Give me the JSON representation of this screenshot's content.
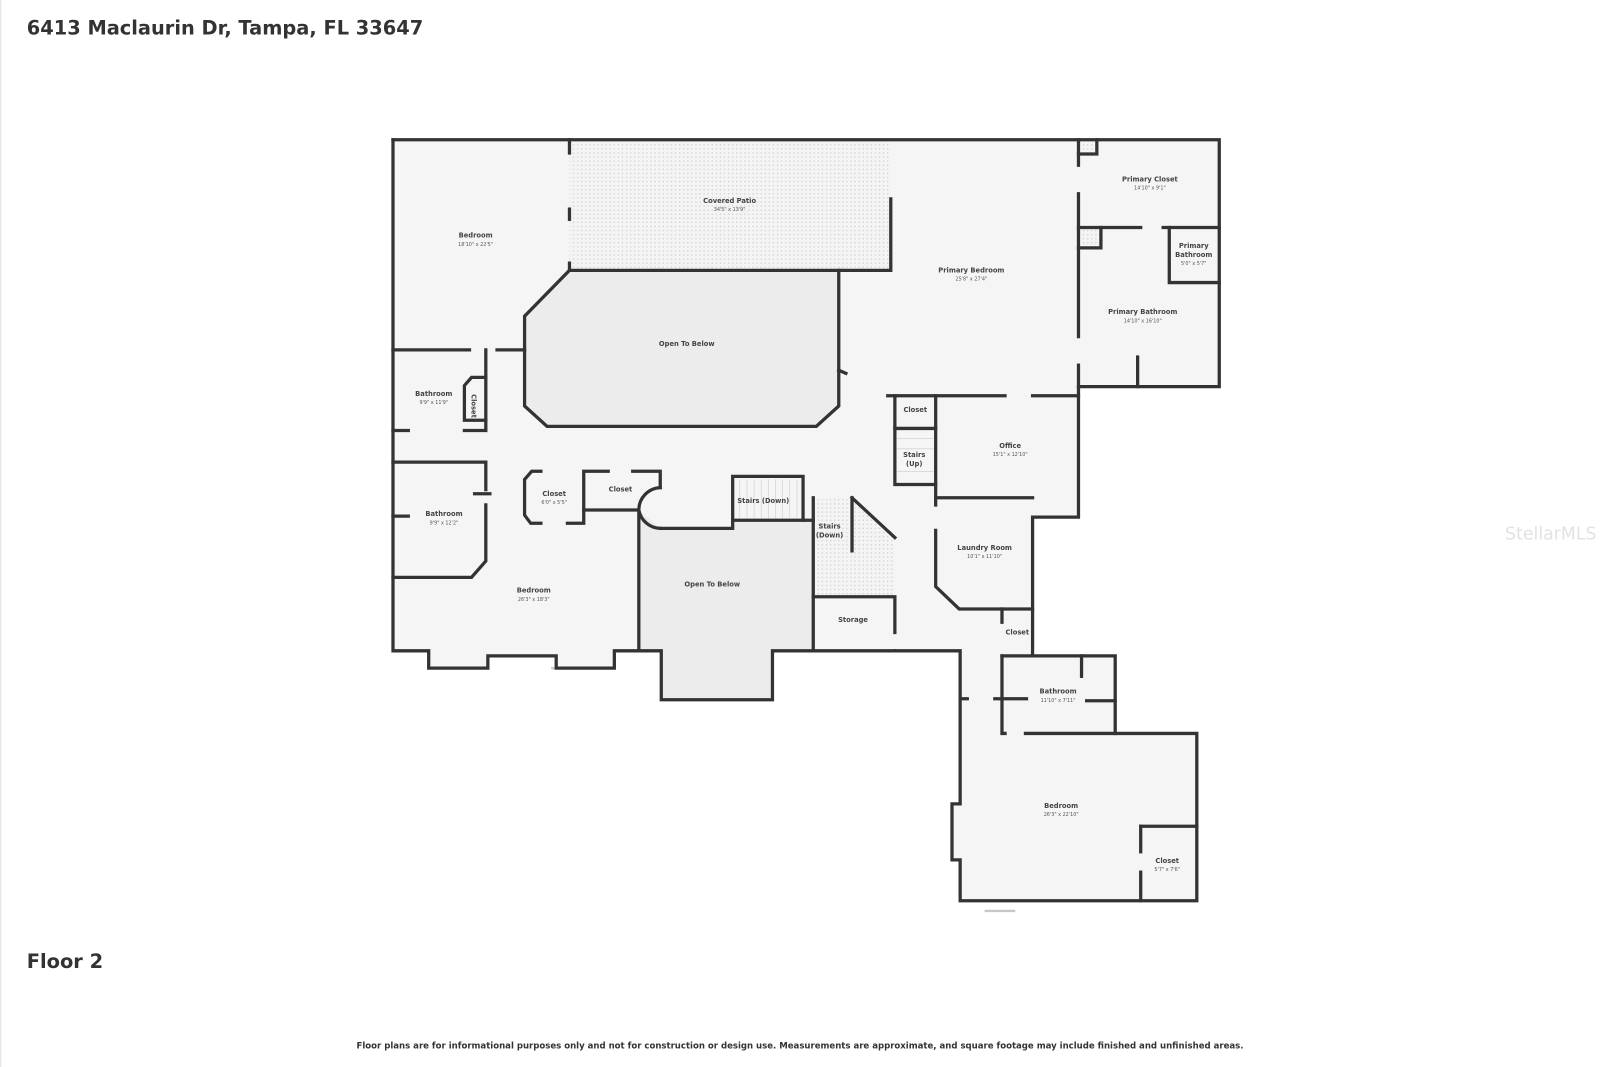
{
  "header": {
    "address": "6413 Maclaurin Dr, Tampa, FL 33647"
  },
  "floor_label": "Floor 2",
  "watermark": "StellarMLS",
  "disclaimer": "Floor plans are for informational purposes only and not for construction or design use. Measurements are approximate, and square footage may include finished and unfinished areas.",
  "colors": {
    "wall": "#333333",
    "floor": "#f5f5f5",
    "open_to_below": "#ececec",
    "window": "#c8c8c8"
  },
  "rooms": [
    {
      "name": "Bedroom",
      "dims": "18'10\" x 22'5\""
    },
    {
      "name": "Covered Patio",
      "dims": "34'5\" x 13'9\""
    },
    {
      "name": "Open To Below",
      "dims": ""
    },
    {
      "name": "Primary Bedroom",
      "dims": "25'8\" x 27'4\""
    },
    {
      "name": "Primary Closet",
      "dims": "14'10\" x 9'1\""
    },
    {
      "name": "Primary Bathroom",
      "dims": "5'0\" x 5'7\""
    },
    {
      "name": "Primary Bathroom",
      "dims": "14'10\" x 16'10\""
    },
    {
      "name": "Bathroom",
      "dims": "9'9\" x 11'9\""
    },
    {
      "name": "Closet",
      "dims": ""
    },
    {
      "name": "Closet",
      "dims": ""
    },
    {
      "name": "Stairs (Up)",
      "dims": ""
    },
    {
      "name": "Office",
      "dims": "15'1\" x 12'10\""
    },
    {
      "name": "Bathroom",
      "dims": "9'9\" x 12'2\""
    },
    {
      "name": "Closet",
      "dims": "6'0\" x 5'5\""
    },
    {
      "name": "Closet",
      "dims": ""
    },
    {
      "name": "Stairs (Down)",
      "dims": ""
    },
    {
      "name": "Stairs (Down)",
      "dims": ""
    },
    {
      "name": "Laundry Room",
      "dims": "10'1\" x 11'10\""
    },
    {
      "name": "Bedroom",
      "dims": "26'3\" x 18'3\""
    },
    {
      "name": "Open To Below",
      "dims": ""
    },
    {
      "name": "Storage",
      "dims": ""
    },
    {
      "name": "Closet",
      "dims": ""
    },
    {
      "name": "Bathroom",
      "dims": "11'10\" x 7'11\""
    },
    {
      "name": "Bedroom",
      "dims": "26'3\" x 22'10\""
    },
    {
      "name": "Closet",
      "dims": "5'7\" x 7'6\""
    }
  ]
}
